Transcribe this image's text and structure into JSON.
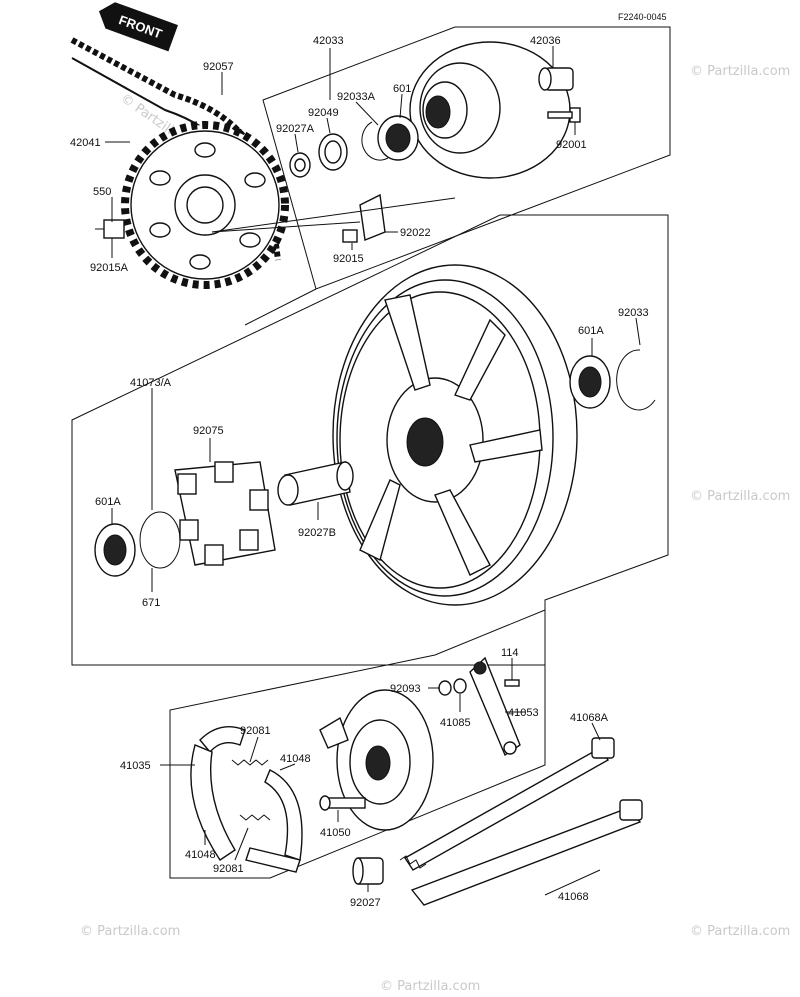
{
  "diagram": {
    "code": "F2240-0045",
    "front_label": "FRONT",
    "watermark": "© Partzilla.com",
    "parts": {
      "p42033": "42033",
      "p42036": "42036",
      "p92057": "92057",
      "p92033A": "92033A",
      "p601": "601",
      "p92049": "92049",
      "p92027A": "92027A",
      "p92001": "92001",
      "p42041": "42041",
      "p550": "550",
      "p92015A": "92015A",
      "p92022": "92022",
      "p92015": "92015",
      "p601A_r": "601A",
      "p92033": "92033",
      "p41073A": "41073/A",
      "p92075": "92075",
      "p601A_l": "601A",
      "p92027B": "92027B",
      "p671": "671",
      "p114": "114",
      "p92093": "92093",
      "p41085": "41085",
      "p41053": "41053",
      "p92081_t": "92081",
      "p41048_t": "41048",
      "p41035": "41035",
      "p41068A": "41068A",
      "p41048_b": "41048",
      "p41050": "41050",
      "p92081_b": "92081",
      "p92027": "92027",
      "p41068": "41068"
    }
  }
}
